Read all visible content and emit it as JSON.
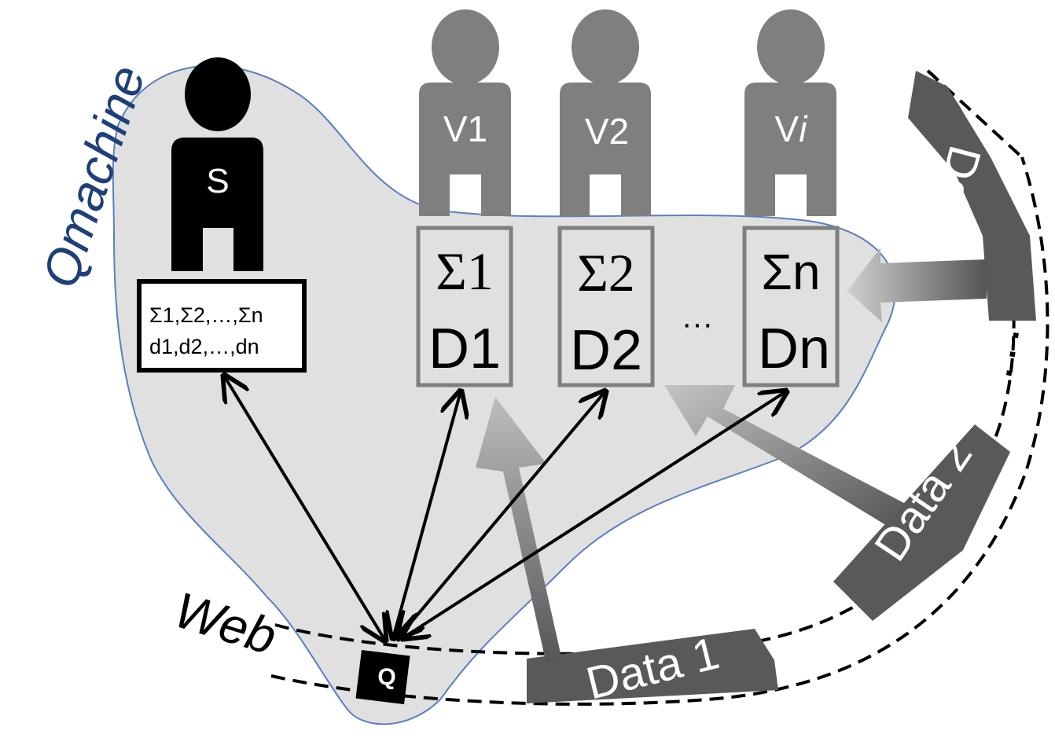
{
  "labels": {
    "qmachine": "Qmachine",
    "web": "Web",
    "q_node": "Q",
    "ellipsis": "···"
  },
  "server": {
    "label": "S",
    "box_line1": "Σ1,Σ2,…,Σn",
    "box_line2": "d1,d2,…,dn"
  },
  "volunteers": [
    {
      "label": "V1",
      "box_sigma": "Σ1",
      "box_data": "D1"
    },
    {
      "label": "V2",
      "box_sigma": "Σ2",
      "box_data": "D2"
    },
    {
      "label": "V",
      "label_italic": "i",
      "box_sigma": "Σn",
      "box_data": "Dn"
    }
  ],
  "data_sources": [
    {
      "label": "Data 1"
    },
    {
      "label": "Data 2"
    },
    {
      "label": "Data n"
    },
    {
      "label": ". . ."
    }
  ],
  "colors": {
    "cloud_fill": "#e0e0e0",
    "cloud_stroke": "#5b7fbf",
    "qmachine_text": "#1f3f7a",
    "server": "#000000",
    "volunteer": "#7f7f7f",
    "volunteer_box_stroke": "#7f7f7f",
    "data_band": "#595959",
    "arrow": "#000000"
  }
}
